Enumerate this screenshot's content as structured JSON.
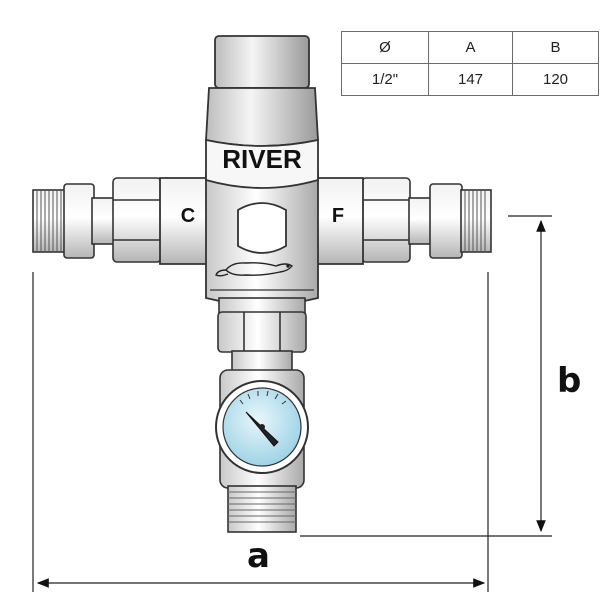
{
  "spec_table": {
    "headers": [
      "Ø",
      "A",
      "B"
    ],
    "rows": [
      [
        "1/2\"",
        "147",
        "120"
      ]
    ]
  },
  "valve": {
    "brand": "RIVER",
    "cold_label": "C",
    "hot_label": "F"
  },
  "dimensions": {
    "width_label": "a",
    "height_label": "b"
  },
  "icons": [
    "thermostatic-mixing-valve-icon",
    "temperature-gauge-icon",
    "beaver-logo-icon",
    "dimension-arrow-icon"
  ]
}
